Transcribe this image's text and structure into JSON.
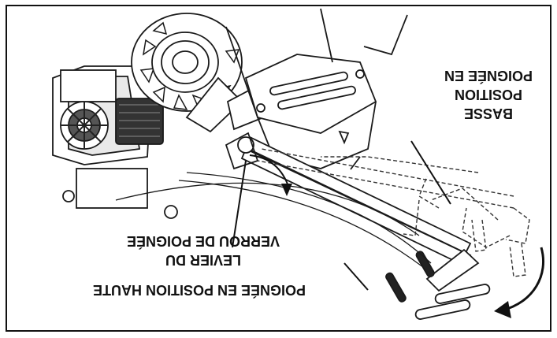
{
  "figure": {
    "orientation": "rotated-180",
    "colors": {
      "ink": "#111111",
      "background": "#ffffff",
      "line": "#1a1a1a",
      "dashed": "#333333"
    },
    "labels": {
      "handle_low": [
        "POIGNÉE EN",
        "POSITION",
        "BASSE"
      ],
      "lock_lever": [
        "LEVIER DU",
        "VERROU DE POIGNÉE"
      ],
      "handle_high": [
        "POIGNÉE EN POSITION HAUTE"
      ]
    },
    "icons": {
      "rotation_arrow_large": "curved-arrow-icon",
      "rotation_arrow_small": "curved-arrow-icon"
    }
  }
}
